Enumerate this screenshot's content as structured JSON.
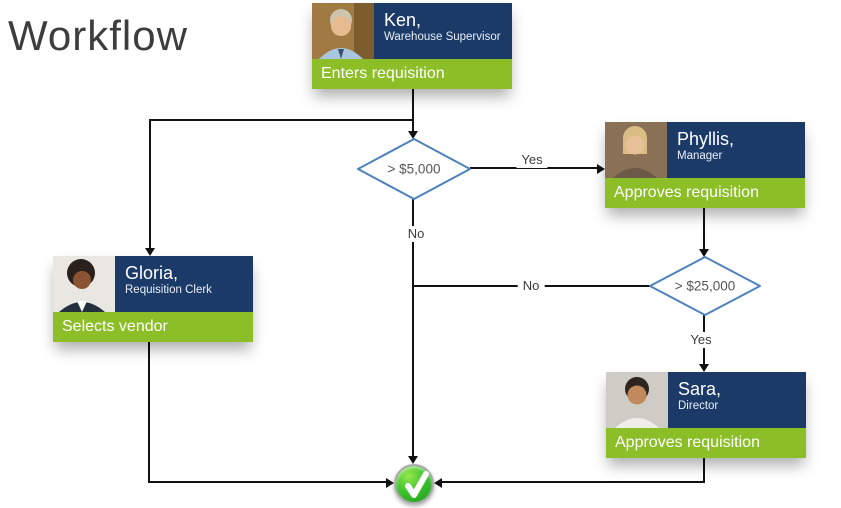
{
  "title": "Workflow",
  "nodes": {
    "ken": {
      "name": "Ken,",
      "role": "Warehouse Supervisor",
      "action": "Enters requisition"
    },
    "phyllis": {
      "name": "Phyllis,",
      "role": "Manager",
      "action": "Approves requisition"
    },
    "gloria": {
      "name": "Gloria,",
      "role": "Requisition Clerk",
      "action": "Selects vendor"
    },
    "sara": {
      "name": "Sara,",
      "role": "Director",
      "action": "Approves requisition"
    }
  },
  "decisions": {
    "amount1": {
      "label": "> $5,000",
      "yes": "Yes",
      "no": "No"
    },
    "amount2": {
      "label": "> $25,000",
      "yes": "Yes",
      "no": "No"
    }
  },
  "icons": {
    "end": "check-icon"
  },
  "colors": {
    "navy": "#1B3A68",
    "green": "#8CBE28",
    "diamond_border": "#4F81BD",
    "line": "#111111",
    "check_green": "#2EB82E"
  }
}
